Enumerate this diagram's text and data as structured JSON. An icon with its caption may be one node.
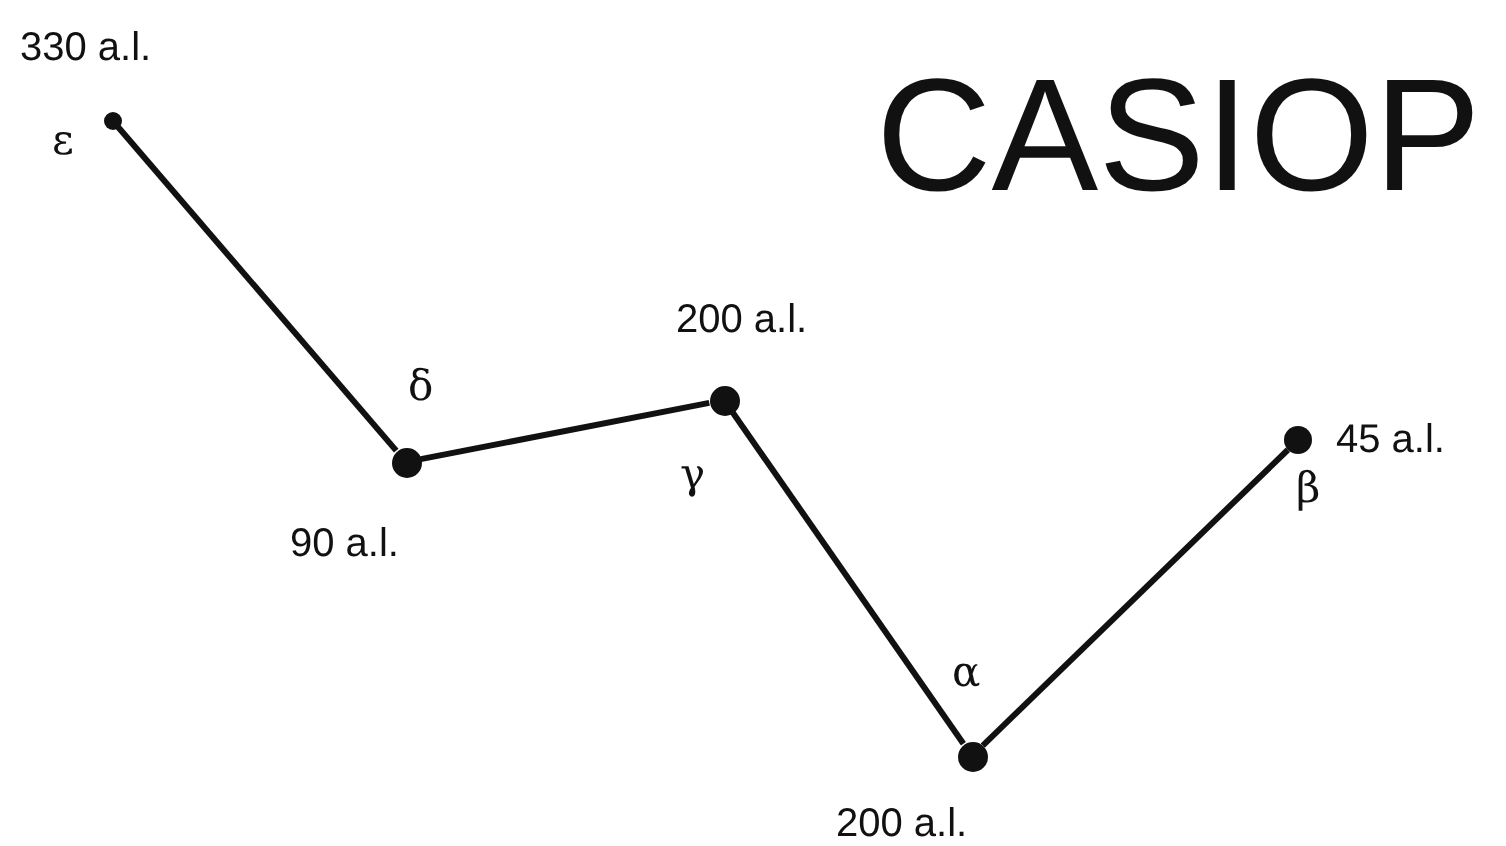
{
  "diagram": {
    "title": "CASIOP",
    "nodes": [
      {
        "text": [],
        "shape": "circle",
        "beside": [
          "330 a.l.",
          "ε"
        ]
      },
      {
        "text": [],
        "shape": "circle",
        "beside": [
          "δ",
          "90 a.l."
        ]
      },
      {
        "text": [],
        "shape": "circle",
        "beside": [
          "200 a.l.",
          "γ"
        ]
      },
      {
        "text": [],
        "shape": "circle",
        "beside": [
          "α",
          "200 a.l."
        ]
      },
      {
        "text": [],
        "shape": "circle",
        "beside": [
          "45 a.l.",
          "β"
        ]
      }
    ],
    "edges": [
      {
        "from": 0,
        "to": 1,
        "arrow": "none"
      },
      {
        "from": 1,
        "to": 2,
        "arrow": "none"
      },
      {
        "from": 2,
        "to": 3,
        "arrow": "none"
      },
      {
        "from": 3,
        "to": 4,
        "arrow": "none"
      }
    ]
  }
}
